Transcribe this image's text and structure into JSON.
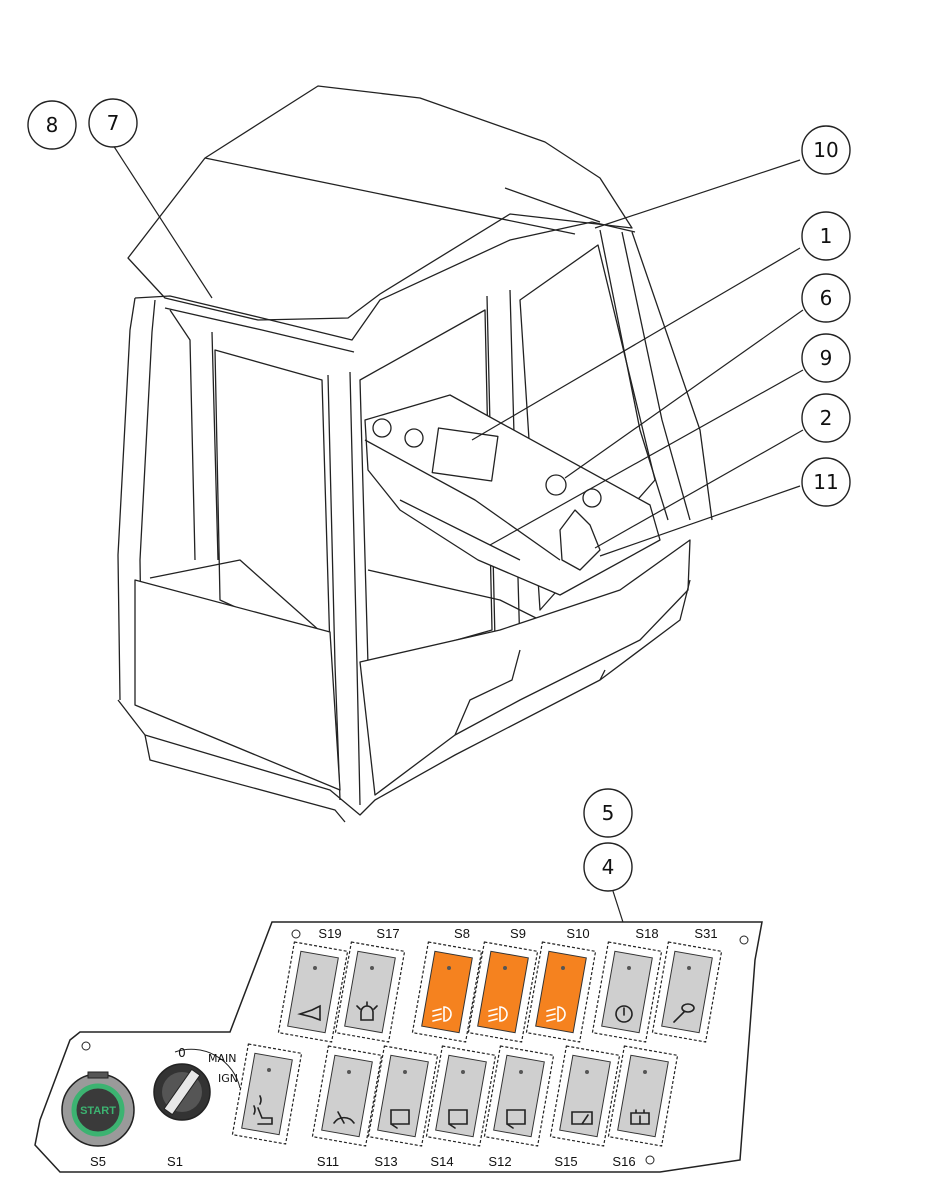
{
  "callouts": [
    "8",
    "7",
    "10",
    "1",
    "6",
    "9",
    "2",
    "11",
    "5",
    "4"
  ],
  "panel": {
    "top_switches": [
      "S19",
      "S17",
      "S8",
      "S9",
      "S10",
      "S18",
      "S31"
    ],
    "bottom_switches": [
      "S11",
      "S13",
      "S14",
      "S12",
      "S15",
      "S16"
    ],
    "start_button_text": "START",
    "start_button_label": "S5",
    "key_switch_label": "S1",
    "key_positions": [
      "0",
      "MAIN",
      "IGN"
    ]
  },
  "colors": {
    "active_switch": "#F5821F",
    "switch_gray": "#CFCFCF",
    "start_ring": "#3CB371",
    "line": "#222222"
  },
  "icons": {
    "S19": "horn-icon",
    "S17": "beacon-icon",
    "S8": "work-light-icon",
    "S9": "work-light-icon",
    "S10": "work-light-icon",
    "S18": "power-icon",
    "S31": "mirror-icon",
    "S11": "front-wiper-icon",
    "S13": "window-icon",
    "S14": "window-icon",
    "S12": "window-icon",
    "S15": "rear-wiper-icon",
    "S16": "washer-icon",
    "seat": "seat-heater-icon"
  }
}
